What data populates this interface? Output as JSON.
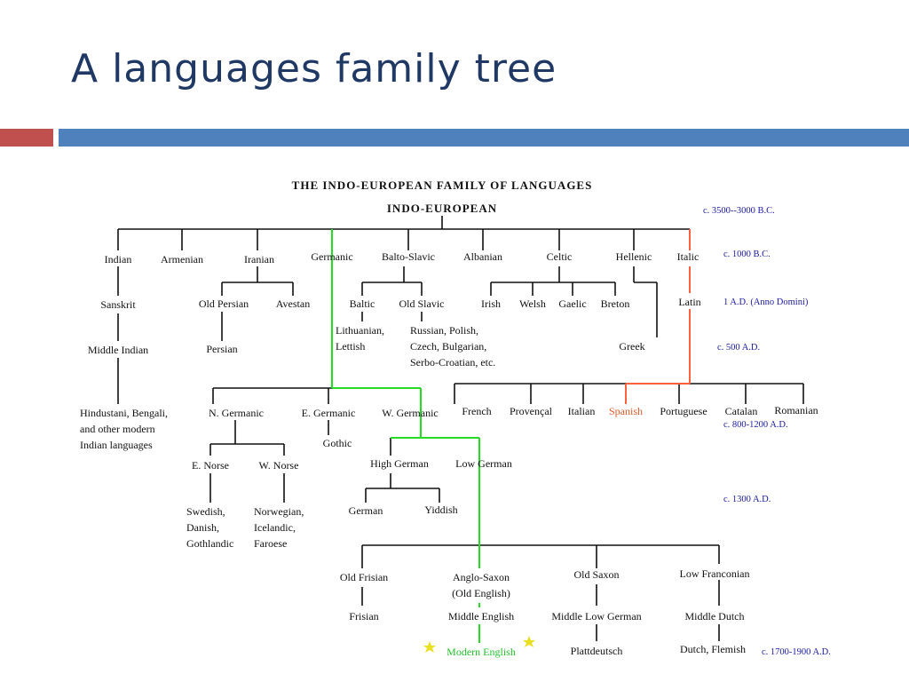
{
  "slide": {
    "title": "A languages family tree"
  },
  "diagram": {
    "heading": "THE INDO-EUROPEAN FAMILY OF LANGUAGES",
    "root": "INDO-EUROPEAN",
    "periods": [
      "c. 3500--3000 B.C.",
      "c. 1000 B.C.",
      "1 A.D. (Anno Domini)",
      "c. 500 A.D.",
      "c. 800-1200 A.D.",
      "c. 1300 A.D.",
      "c. 1700-1900 A.D."
    ],
    "branches": [
      "Indian",
      "Armenian",
      "Iranian",
      "Germanic",
      "Balto-Slavic",
      "Albanian",
      "Celtic",
      "Hellenic",
      "Italic"
    ],
    "indian": {
      "sanskrit": "Sanskrit",
      "middle": "Middle Indian",
      "modern": [
        "Hindustani, Bengali,",
        "and other modern",
        "Indian languages"
      ]
    },
    "iranian": {
      "old_persian": "Old Persian",
      "avestan": "Avestan",
      "persian": "Persian"
    },
    "baltoslavic": {
      "baltic": "Baltic",
      "old_slavic": "Old Slavic",
      "baltic_modern": [
        "Lithuanian,",
        "Lettish"
      ],
      "slavic_modern": [
        "Russian, Polish,",
        "Czech, Bulgarian,",
        "Serbo-Croatian, etc."
      ]
    },
    "celtic": [
      "Irish",
      "Welsh",
      "Gaelic",
      "Breton"
    ],
    "hellenic": {
      "greek": "Greek"
    },
    "italic": {
      "latin": "Latin",
      "romance": [
        "French",
        "Provençal",
        "Italian",
        "Spanish",
        "Portuguese",
        "Catalan",
        "Romanian"
      ]
    },
    "germanic": {
      "subgroups": [
        "N. Germanic",
        "E. Germanic",
        "W. Germanic"
      ],
      "gothic": "Gothic",
      "norse": [
        "E. Norse",
        "W. Norse"
      ],
      "e_norse_modern": [
        "Swedish,",
        "Danish,",
        "Gothlandic"
      ],
      "w_norse_modern": [
        "Norwegian,",
        "Icelandic,",
        "Faroese"
      ],
      "high_german": "High German",
      "low_german": "Low German",
      "german": "German",
      "yiddish": "Yiddish",
      "old_frisian": "Old Frisian",
      "frisian": "Frisian",
      "anglo_saxon": [
        "Anglo-Saxon",
        "(Old English)"
      ],
      "middle_english": "Middle English",
      "modern_english": "Modern English",
      "old_saxon": "Old Saxon",
      "middle_low_german": "Middle Low German",
      "plattdeutsch": "Plattdeutsch",
      "low_franconian": "Low Franconian",
      "middle_dutch": "Middle Dutch",
      "dutch_flemish": "Dutch, Flemish"
    },
    "colors": {
      "english_path": "#22dd22",
      "spanish_path": "#ff6040",
      "period_text": "#1a1aa0"
    }
  }
}
